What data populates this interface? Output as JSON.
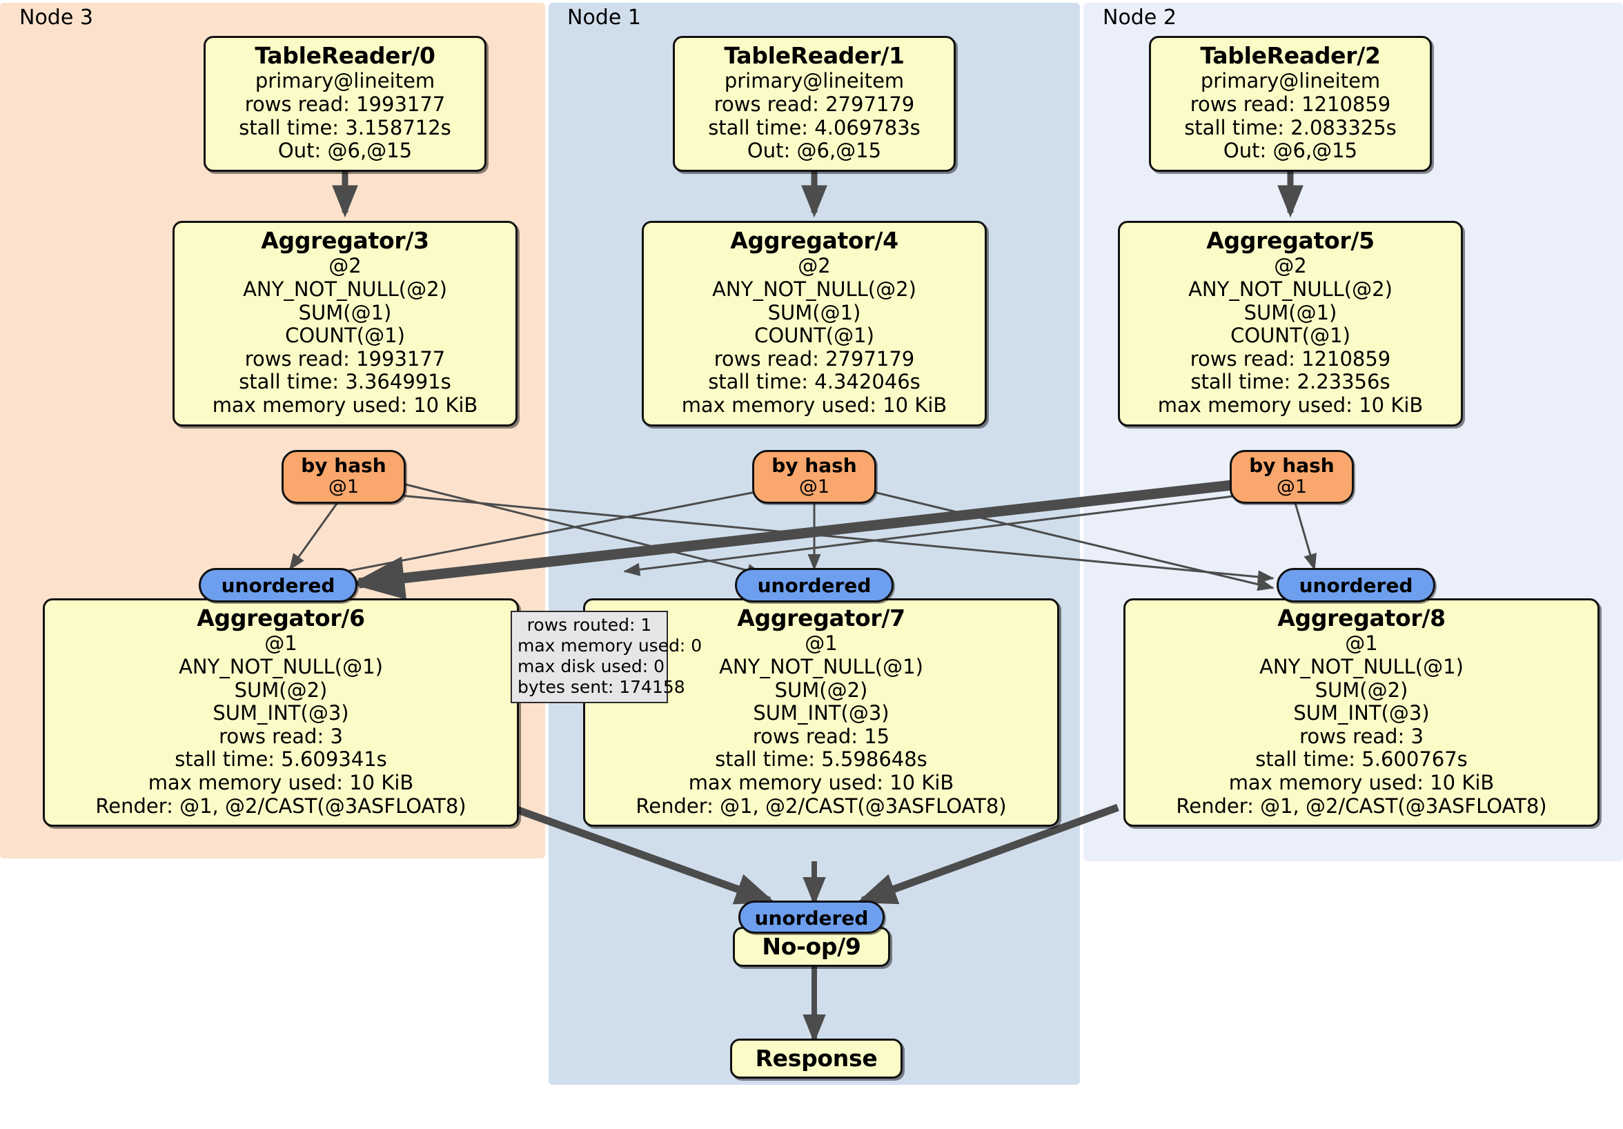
{
  "diagram": {
    "type": "distributed-query-execution-plan",
    "clusters": [
      {
        "label": "Node 3",
        "color": "#FCE2CC"
      },
      {
        "label": "Node 1",
        "color": "#D0DEEC"
      },
      {
        "label": "Node 2",
        "color": "#EAEFF9"
      }
    ],
    "colors": {
      "processor_fill": "#FBFBC7",
      "router_fill": "#F9A76C",
      "synchronizer_fill": "#6E9FEF",
      "stats_fill": "#E6E6E8",
      "edge_stroke": "#4C4C4C",
      "border": "#111111"
    }
  },
  "nodes": {
    "tablereader0": {
      "title": "TableReader/0",
      "rows": [
        "primary@lineitem",
        "rows read: 1993177",
        "stall time: 3.158712s",
        "Out: @6,@15"
      ]
    },
    "tablereader1": {
      "title": "TableReader/1",
      "rows": [
        "primary@lineitem",
        "rows read: 2797179",
        "stall time: 4.069783s",
        "Out: @6,@15"
      ]
    },
    "tablereader2": {
      "title": "TableReader/2",
      "rows": [
        "primary@lineitem",
        "rows read: 1210859",
        "stall time: 2.083325s",
        "Out: @6,@15"
      ]
    },
    "aggregator3": {
      "title": "Aggregator/3",
      "rows": [
        "@2",
        "ANY_NOT_NULL(@2)",
        "SUM(@1)",
        "COUNT(@1)",
        "rows read: 1993177",
        "stall time: 3.364991s",
        "max memory used: 10 KiB"
      ]
    },
    "aggregator4": {
      "title": "Aggregator/4",
      "rows": [
        "@2",
        "ANY_NOT_NULL(@2)",
        "SUM(@1)",
        "COUNT(@1)",
        "rows read: 2797179",
        "stall time: 4.342046s",
        "max memory used: 10 KiB"
      ]
    },
    "aggregator5": {
      "title": "Aggregator/5",
      "rows": [
        "@2",
        "ANY_NOT_NULL(@2)",
        "SUM(@1)",
        "COUNT(@1)",
        "rows read: 1210859",
        "stall time: 2.23356s",
        "max memory used: 10 KiB"
      ]
    },
    "aggregator6": {
      "title": "Aggregator/6",
      "rows": [
        "@1",
        "ANY_NOT_NULL(@1)",
        "SUM(@2)",
        "SUM_INT(@3)",
        "rows read: 3",
        "stall time: 5.609341s",
        "max memory used: 10 KiB",
        "Render: @1, @2/CAST(@3ASFLOAT8)"
      ]
    },
    "aggregator7": {
      "title": "Aggregator/7",
      "rows": [
        "@1",
        "ANY_NOT_NULL(@1)",
        "SUM(@2)",
        "SUM_INT(@3)",
        "rows read: 15",
        "stall time: 5.598648s",
        "max memory used: 10 KiB",
        "Render: @1, @2/CAST(@3ASFLOAT8)"
      ]
    },
    "aggregator8": {
      "title": "Aggregator/8",
      "rows": [
        "@1",
        "ANY_NOT_NULL(@1)",
        "SUM(@2)",
        "SUM_INT(@3)",
        "rows read: 3",
        "stall time: 5.600767s",
        "max memory used: 10 KiB",
        "Render: @1, @2/CAST(@3ASFLOAT8)"
      ]
    },
    "noop9": {
      "title": "No-op/9",
      "rows": []
    },
    "response": {
      "title": "Response",
      "rows": []
    }
  },
  "routers": [
    {
      "title": "by hash",
      "sub": "@1"
    },
    {
      "title": "by hash",
      "sub": "@1"
    },
    {
      "title": "by hash",
      "sub": "@1"
    }
  ],
  "synchronizers": [
    {
      "label": "unordered"
    },
    {
      "label": "unordered"
    },
    {
      "label": "unordered"
    },
    {
      "label": "unordered"
    }
  ],
  "stats_box": {
    "rows": [
      "rows routed: 1",
      "max memory used: 0",
      "max disk used: 0",
      "bytes sent: 174158"
    ]
  }
}
